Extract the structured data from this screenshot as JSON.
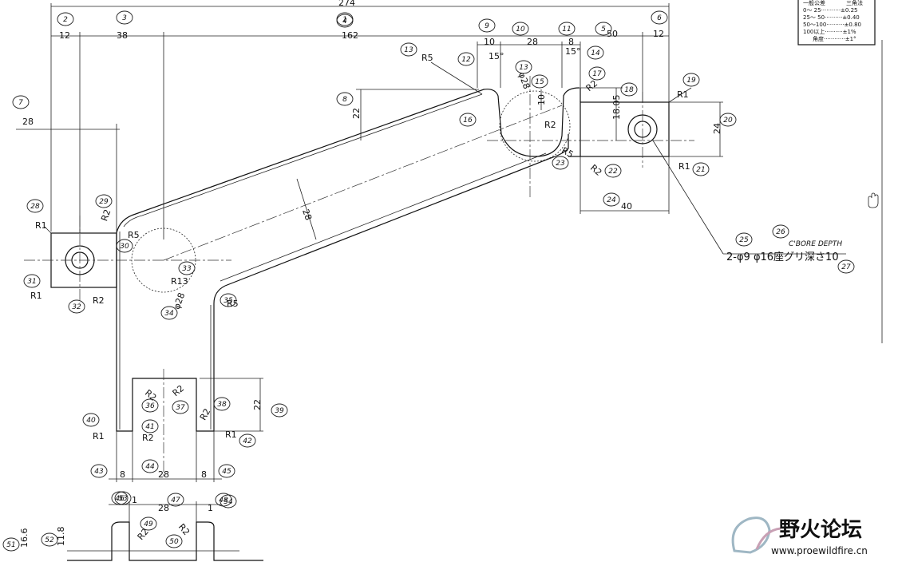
{
  "tolerance_table": {
    "header_left": "一般公差",
    "header_right": "三角法",
    "rows": [
      "0～ 25···········±0.25",
      "25～ 50··········±0.40",
      "50～100··········±0.80",
      "100以上··········±1%",
      "角度············±1°"
    ]
  },
  "dimensions": {
    "overall_length": "274",
    "top_12_left": "12",
    "top_38": "38",
    "top_162": "162",
    "top_10": "10",
    "top_28": "28",
    "top_8": "8",
    "top_50": "50",
    "top_12_right": "12",
    "angle_left": "15°",
    "angle_right": "15°",
    "r5_top": "R5",
    "phi28_top": "φ28",
    "dim_10_v": "10",
    "r2_center": "R2",
    "r2_top_right": "R2",
    "r1_top_right": "R1",
    "r1_right_lower": "R1",
    "r2_right_lower": "R2",
    "r5_right": "R5",
    "height_22_upper": "22",
    "height_18_05": "18.05",
    "height_24": "24",
    "width_40": "40",
    "arm_28": "28",
    "left_28": "28",
    "r1_left_top": "R1",
    "r2_left_top": "R2",
    "r5_left": "R5",
    "r13": "R13",
    "phi28_left": "φ28",
    "r1_left_bottom": "R1",
    "r2_left_bottom": "R2",
    "r5_bend": "R5",
    "r2_slot_a": "R2",
    "r2_slot_b": "R2",
    "r2_slot_c": "R2",
    "r2_slot_d": "R2",
    "r1_foot_left": "R1",
    "r1_foot_right": "R1",
    "height_22_lower": "22",
    "bottom_8_left": "8",
    "bottom_28": "28",
    "bottom_8_right": "8",
    "view_1_left": "1",
    "view_28": "28",
    "view_1_right": "1",
    "view_r2_left": "R2",
    "view_r2_right": "R2",
    "view_16_6": "16.6",
    "view_11_8": "11.8"
  },
  "hole_note": {
    "main": "2-φ9  φ16座グリ深さ10",
    "handwritten": "C'BORE  DEPTH"
  },
  "balloons": [
    "1",
    "2",
    "3",
    "4",
    "5",
    "6",
    "7",
    "8",
    "9",
    "10",
    "11",
    "12",
    "13",
    "13",
    "14",
    "15",
    "16",
    "17",
    "18",
    "19",
    "20",
    "21",
    "22",
    "23",
    "24",
    "25",
    "26",
    "27",
    "28",
    "29",
    "30",
    "31",
    "32",
    "33",
    "34",
    "35",
    "36",
    "37",
    "38",
    "39",
    "40",
    "41",
    "42",
    "43",
    "44",
    "45",
    "46",
    "47",
    "48",
    "49",
    "50",
    "51",
    "52",
    "53",
    "54"
  ],
  "watermark": {
    "title": "野火论坛",
    "url": "www.proewildfire.cn"
  },
  "colors": {
    "ink": "#111111",
    "paper": "#ffffff",
    "watermark": "#9fb7c4"
  },
  "icons": [
    "hand-cursor-icon",
    "watermark-logo-icon"
  ]
}
